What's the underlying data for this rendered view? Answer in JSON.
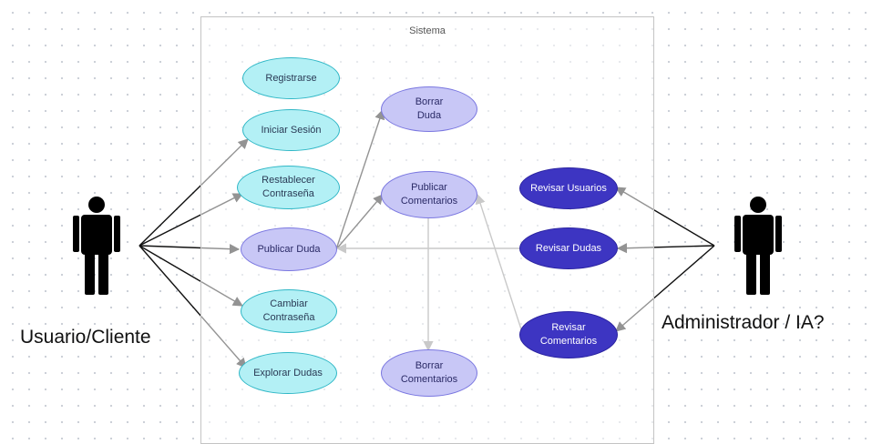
{
  "system": {
    "title": "Sistema"
  },
  "actors": {
    "user": {
      "label": "Usuario/Cliente"
    },
    "admin": {
      "label": "Administrador / IA?"
    }
  },
  "use_cases": {
    "registrarse": "Registrarse",
    "iniciar_sesion": "Iniciar Sesión",
    "restablecer": "Restablecer\nContraseña",
    "publicar_duda": "Publicar Duda",
    "cambiar": "Cambiar\nContraseña",
    "explorar": "Explorar Dudas",
    "borrar_duda": "Borrar\nDuda",
    "publicar_comentarios": "Publicar\nComentarios",
    "borrar_comentarios": "Borrar\nComentarios",
    "revisar_usuarios": "Revisar Usuarios",
    "revisar_dudas": "Revisar Dudas",
    "revisar_comentarios": "Revisar\nComentarios"
  },
  "colors": {
    "user_case_fill": "#b3f0f5",
    "content_case_fill": "#c8c7f6",
    "admin_case_fill": "#3d35c2",
    "association_line": "#111111",
    "include_line": "#888888"
  }
}
